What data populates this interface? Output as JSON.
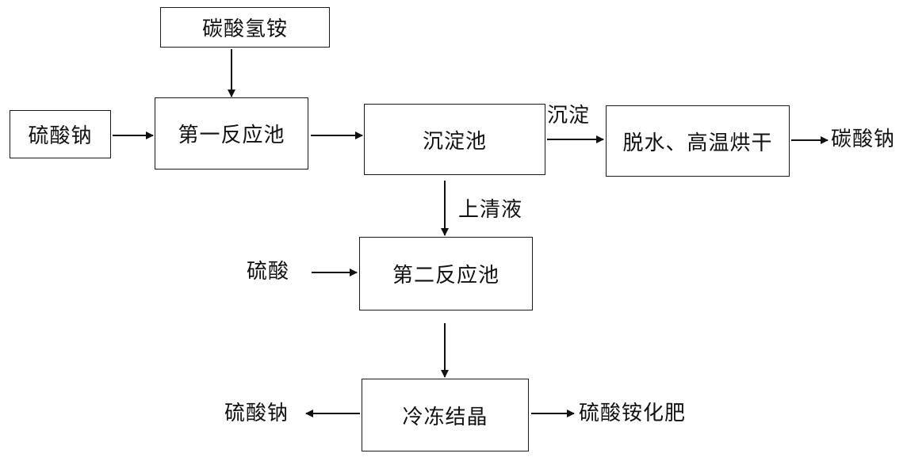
{
  "nodes": {
    "ammonium_bicarbonate": "碳酸氢铵",
    "sodium_sulfate_in": "硫酸钠",
    "reactor_1": "第一反应池",
    "settling_tank": "沉淀池",
    "dry": "脱水、高温烘干",
    "reactor_2": "第二反应池",
    "freeze_crystal": "冷冻结晶"
  },
  "labels": {
    "precipitate": "沉淀",
    "sodium_carbonate_out": "碳酸钠",
    "supernatant": "上清液",
    "sulfuric_acid": "硫酸",
    "sodium_sulfate_out": "硫酸钠",
    "ammonium_sulfate_fertilizer": "硫酸铵化肥"
  }
}
